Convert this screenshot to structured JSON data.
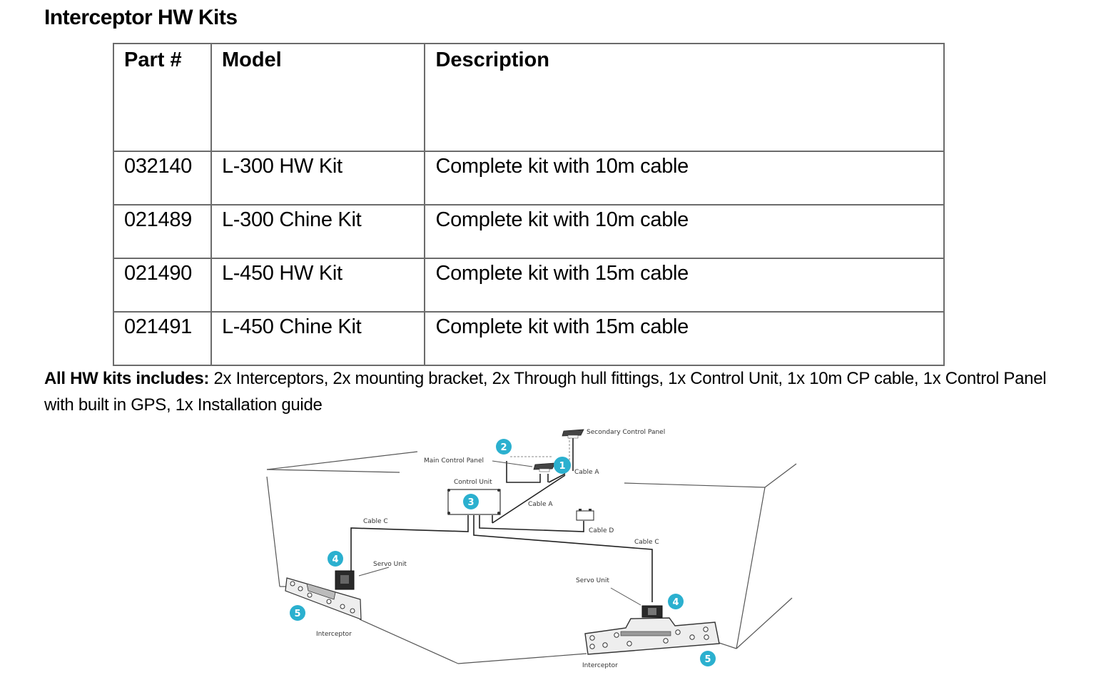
{
  "document": {
    "title": "Interceptor HW Kits"
  },
  "table": {
    "headers": [
      "Part #",
      "Model",
      "Description"
    ],
    "rows": [
      {
        "part": "032140",
        "model": "L-300 HW Kit",
        "description": "Complete kit with 10m cable"
      },
      {
        "part": "021489",
        "model": "L-300 Chine Kit",
        "description": "Complete kit with 10m cable"
      },
      {
        "part": "021490",
        "model": "L-450 HW Kit",
        "description": "Complete kit with 15m cable"
      },
      {
        "part": "021491",
        "model": "L-450 Chine Kit",
        "description": "Complete kit with 15m cable"
      }
    ]
  },
  "includes": {
    "label": "All HW kits includes:",
    "text": " 2x Interceptors, 2x mounting bracket, 2x Through hull fittings, 1x Control Unit, 1x 10m CP cable, 1x Control Panel with built in GPS, 1x Installation guide"
  },
  "diagram": {
    "badge_color": "#2bb0cf",
    "labels": {
      "secondary_control_panel": "Secondary Control Panel",
      "main_control_panel": "Main Control Panel",
      "control_unit": "Control Unit",
      "cable_a_top": "Cable A",
      "cable_a_mid": "Cable A",
      "cable_c_left": "Cable C",
      "cable_c_right": "Cable C",
      "cable_d": "Cable D",
      "servo_unit_left": "Servo Unit",
      "servo_unit_right": "Servo Unit",
      "interceptor_left": "Interceptor",
      "interceptor_right": "Interceptor"
    },
    "badges": {
      "b1": "1",
      "b2": "2",
      "b3": "3",
      "b4_left": "4",
      "b4_right": "4",
      "b5_left": "5",
      "b5_right": "5"
    }
  }
}
